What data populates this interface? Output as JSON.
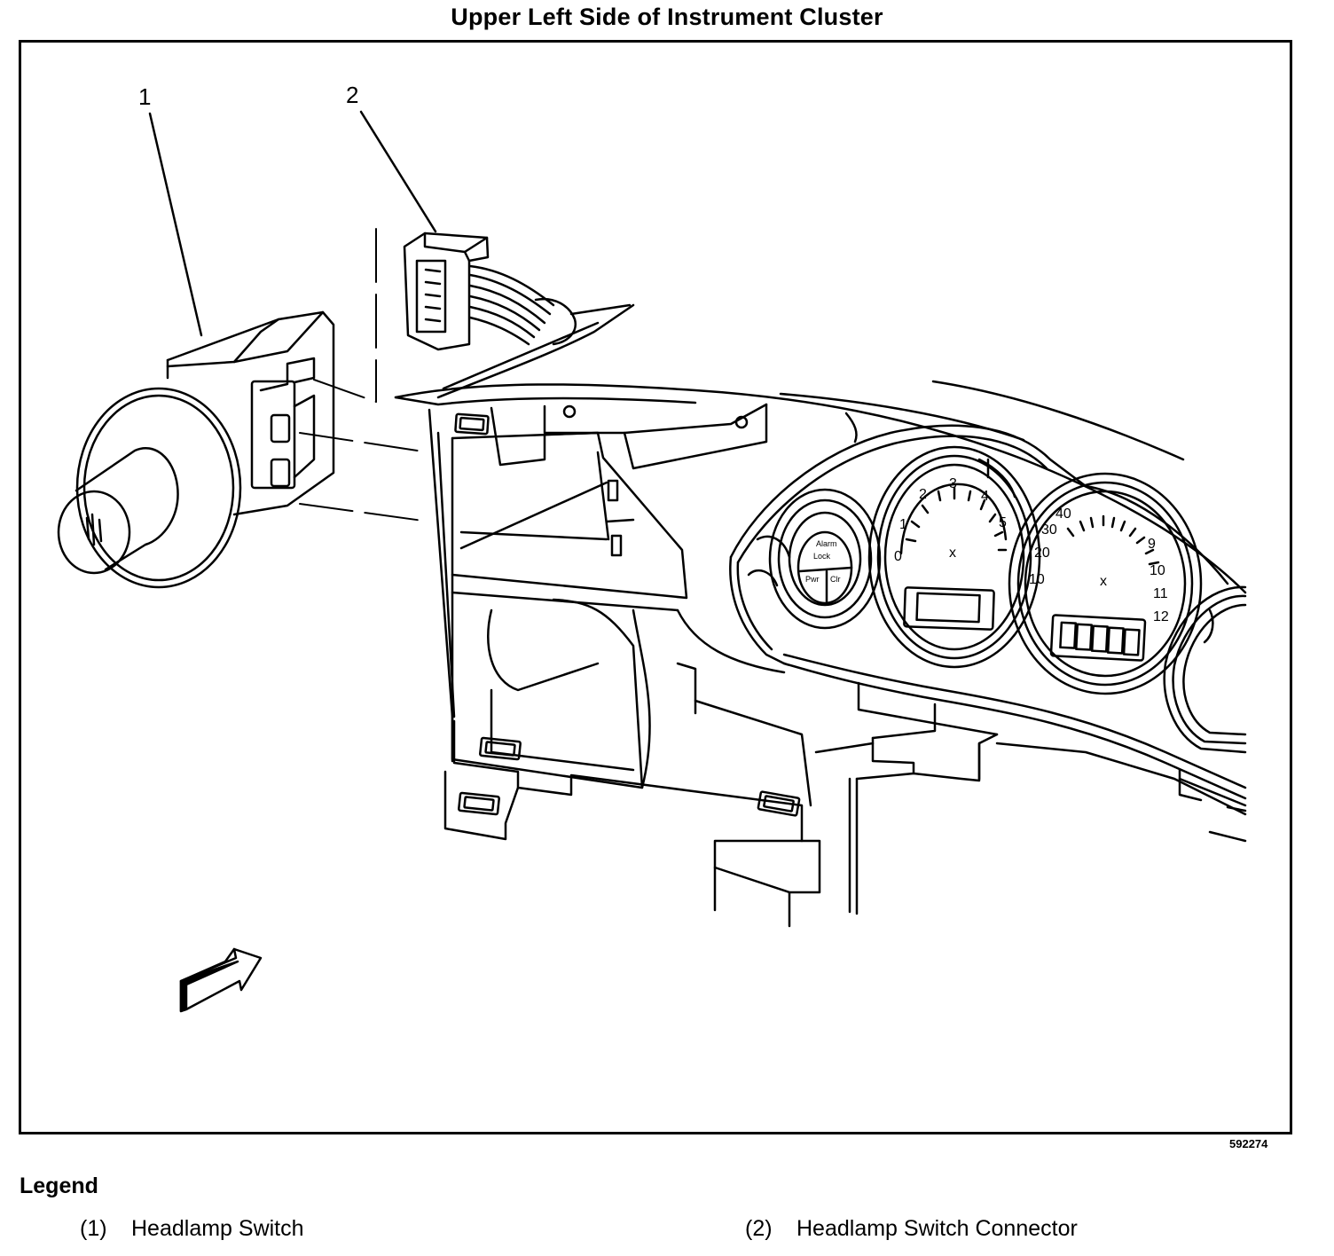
{
  "figure": {
    "title": "Upper Left Side of Instrument Cluster",
    "figure_id": "592274",
    "callouts": [
      {
        "label": "1"
      },
      {
        "label": "2"
      }
    ],
    "tachometer_labels": [
      "0",
      "1",
      "2",
      "3",
      "4",
      "5"
    ],
    "speedometer_labels": [
      "10",
      "20",
      "30",
      "40",
      "9",
      "10",
      "11",
      "12"
    ],
    "gauge_center_mark": "x",
    "small_gauge_text": [
      "Alarm",
      "Lock",
      "Pwr",
      "Clr"
    ]
  },
  "legend": {
    "title": "Legend",
    "items": [
      {
        "number": "(1)",
        "label": "Headlamp Switch"
      },
      {
        "number": "(2)",
        "label": "Headlamp Switch Connector"
      }
    ]
  }
}
